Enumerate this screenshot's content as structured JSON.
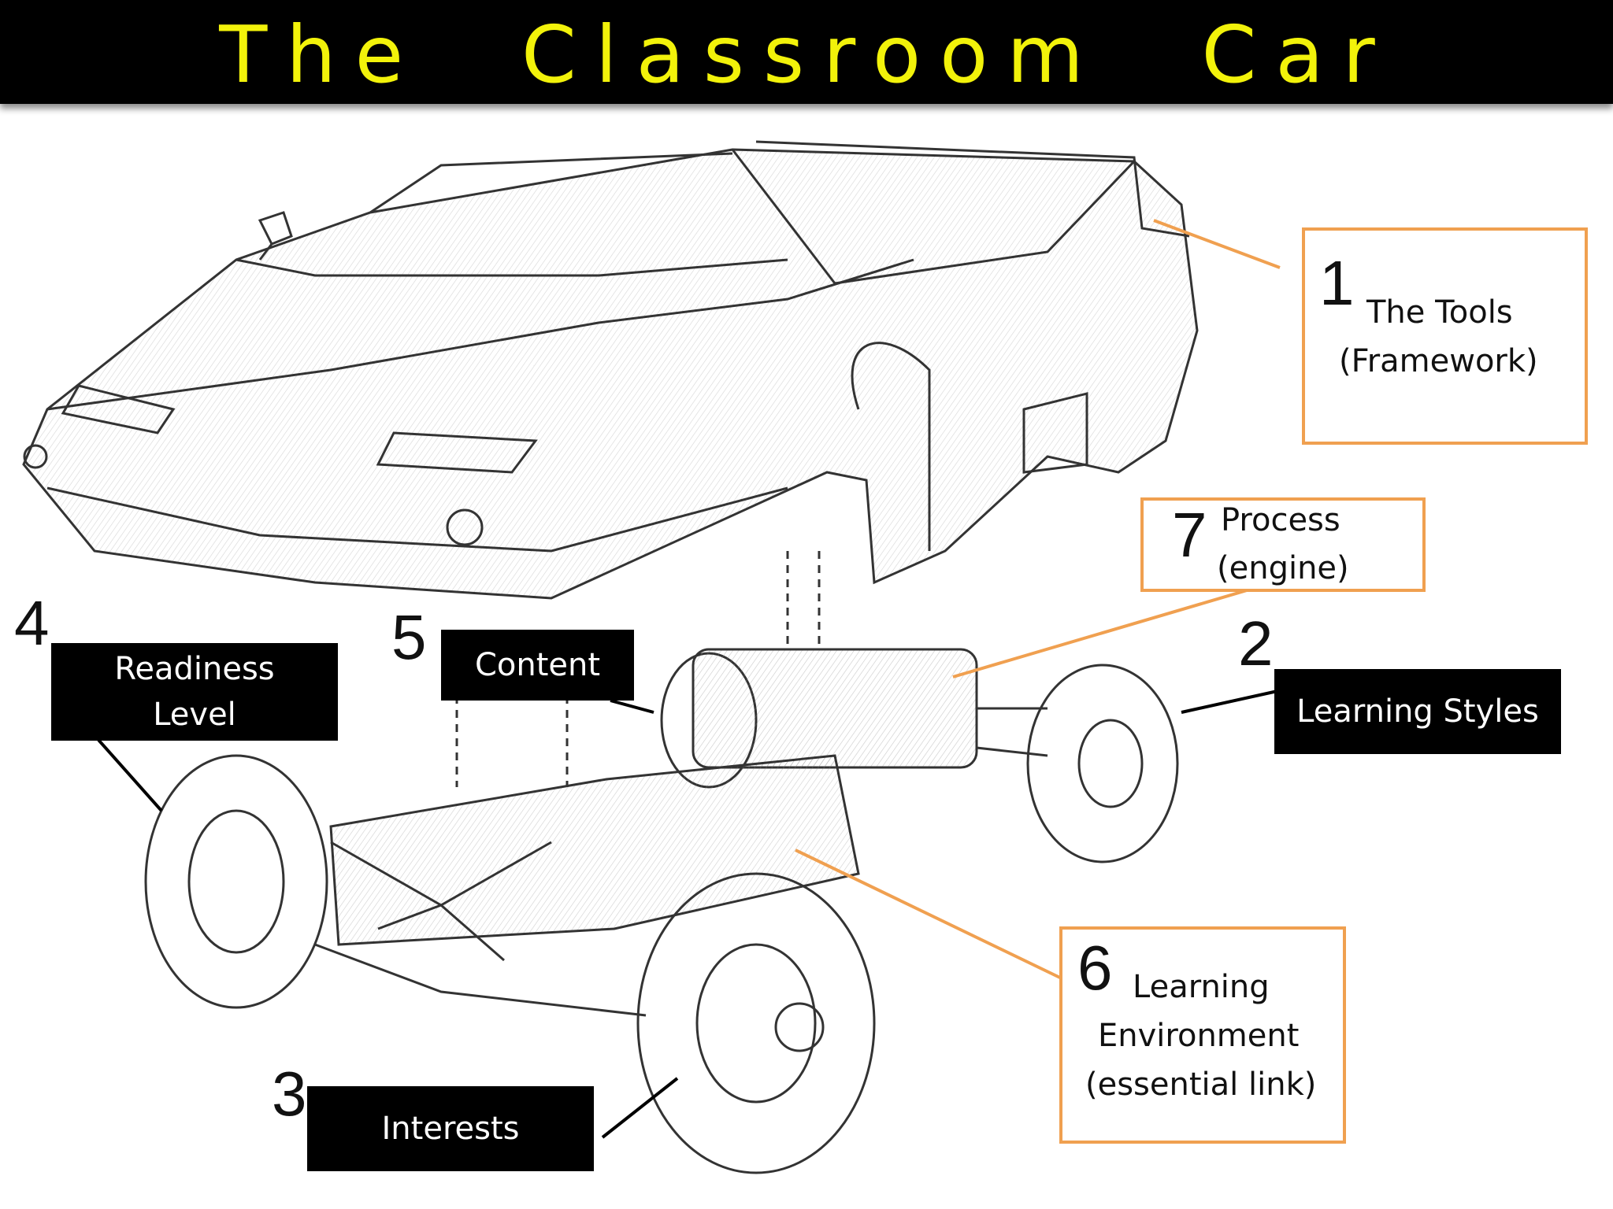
{
  "title": "The Classroom Car",
  "callouts": [
    {
      "number": "1",
      "label_line1": "The Tools",
      "label_line2": "(Framework)"
    },
    {
      "number": "2",
      "label_line1": "Learning Styles"
    },
    {
      "number": "3",
      "label_line1": "Interests"
    },
    {
      "number": "4",
      "label_line1": "Readiness",
      "label_line2": "Level"
    },
    {
      "number": "5",
      "label_line1": "Content"
    },
    {
      "number": "6",
      "label_line1": "Learning",
      "label_line2": "Environment",
      "label_line3": "(essential link)"
    },
    {
      "number": "7",
      "label_line1": "Process",
      "label_line2": "(engine)"
    }
  ],
  "colors": {
    "title_bar": "#000000",
    "title_text": "#f2f20a",
    "accent_orange": "#f0a050",
    "label_box": "#000000"
  }
}
